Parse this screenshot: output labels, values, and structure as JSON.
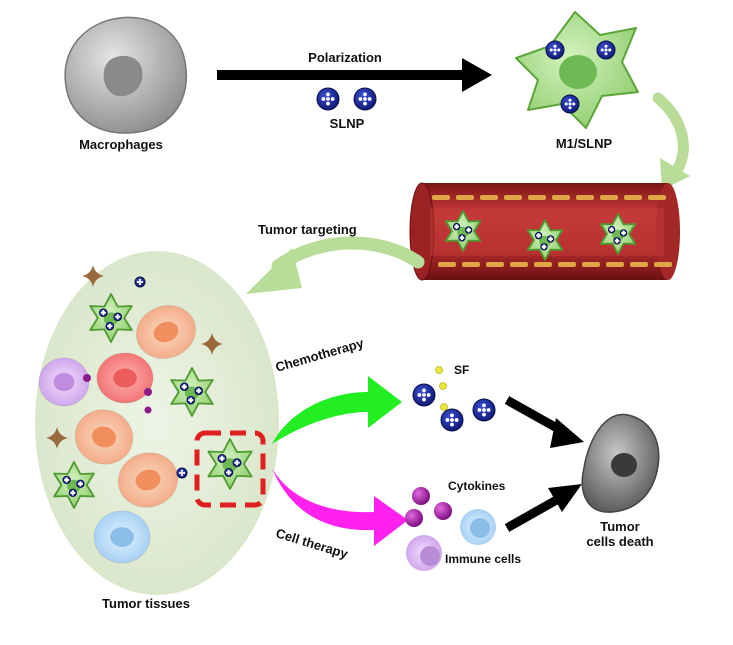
{
  "labels": {
    "macrophages": "Macrophages",
    "polarization": "Polarization",
    "slnp": "SLNP",
    "m1_slnp": "M1/SLNP",
    "tumor_targeting": "Tumor targeting",
    "chemotherapy": "Chemotherapy",
    "sf": "SF",
    "cytokines": "Cytokines",
    "cell_therapy": "Cell therapy",
    "immune_cells": "Immune cells",
    "tumor_cells_death_line1": "Tumor",
    "tumor_cells_death_line2": "cells death",
    "tumor_tissues": "Tumor tissues"
  },
  "colors": {
    "m1_cell": "#a8dc8c",
    "nanoparticle": "#1a2a9c",
    "vessel": "#b52a2a",
    "chemotherapy_arrow": "#22ee22",
    "cell_therapy_arrow": "#ff22ee",
    "tissue_bg": "#e2ecd6",
    "curved_arrow": "#b9dc98",
    "highlight_box": "#e02020"
  }
}
